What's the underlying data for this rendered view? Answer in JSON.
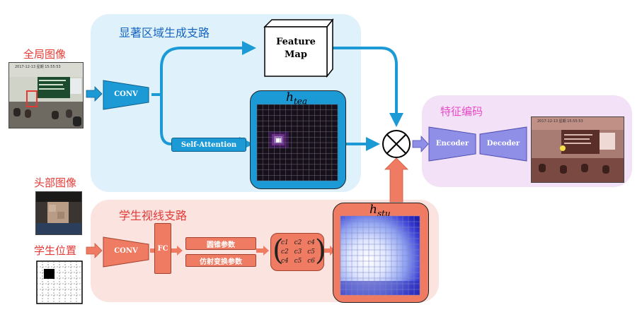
{
  "labels": {
    "global_image": "全局图像",
    "head_image": "头部图像",
    "student_position": "学生位置",
    "salient_branch": "显著区域生成支路",
    "gaze_branch": "学生视线支路",
    "feature_encoding": "特征编码"
  },
  "blocks": {
    "conv_top": "CONV",
    "conv_bottom": "CONV",
    "fc": "FC",
    "self_attention": "Self-Attention",
    "feature_map_line1": "Feature",
    "feature_map_line2": "Map",
    "cone_params": "圆锥参数",
    "affine_params": "仿射变换参数",
    "encoder": "Encoder",
    "decoder": "Decoder"
  },
  "math": {
    "h_tea": "h",
    "h_tea_sub": "tea",
    "h_stu": "h",
    "h_stu_sub": "stu",
    "matrix": [
      [
        "c1",
        "c2",
        "c4"
      ],
      [
        "c2",
        "c3",
        "c5"
      ],
      [
        "c4",
        "c5",
        "c6"
      ]
    ]
  },
  "photo_text": {
    "screen_timestamp": "2017-12-13 星期 15:55:53"
  },
  "colors": {
    "salient_panel": "#dff1fb",
    "gaze_panel": "#fbe3df",
    "encoding_panel": "#f3e1f7",
    "blue_block": "#1c9ad6",
    "salmon_block": "#ef7b62",
    "purple_block": "#8f8fe8"
  }
}
